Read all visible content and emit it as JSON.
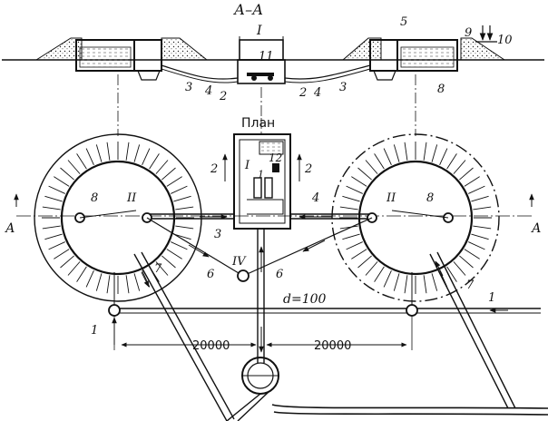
{
  "section": {
    "title": "А–А",
    "labels": {
      "I": "I",
      "n11": "11",
      "n2l": "2",
      "n3l": "3",
      "n4l": "4",
      "n2r": "2",
      "n4r": "4",
      "n3r": "3",
      "n5": "5",
      "n9": "9",
      "n10": "10",
      "n8": "8"
    }
  },
  "plan": {
    "title": "План",
    "labels": {
      "I": "I",
      "n1": "1",
      "n12": "12",
      "n2l": "2",
      "n2r": "2",
      "n3": "3",
      "n4": "4",
      "A_left": "А",
      "A_right": "А",
      "n8l": "8",
      "n8r": "8",
      "IIl": "II",
      "IIr": "II",
      "IV": "IV",
      "n6l": "6",
      "n6r": "6",
      "n7l": "7",
      "n7r": "7",
      "n1l": "1",
      "n1r": "1",
      "diameter": "d=100",
      "dim_left": "20000",
      "dim_right": "20000"
    }
  },
  "colors": {
    "ink": "#111111",
    "hatch": "#333333",
    "paper": "#ffffff"
  }
}
